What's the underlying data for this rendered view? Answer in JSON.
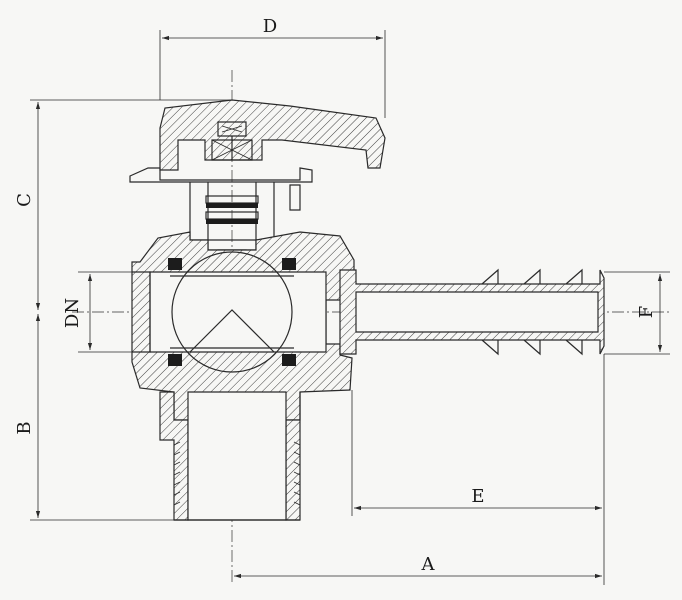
{
  "dimensions": {
    "a": "A",
    "b": "B",
    "c": "C",
    "d": "D",
    "e": "E",
    "f": "F",
    "dn": "DN"
  },
  "colors": {
    "line": "#2a2a2a",
    "paper": "#f7f7f5"
  }
}
